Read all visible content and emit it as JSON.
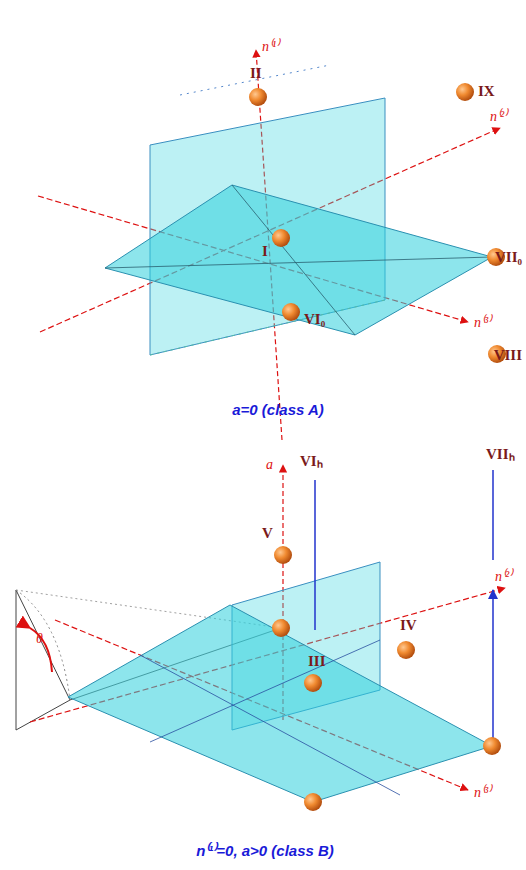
{
  "diagram": {
    "labels": [
      "n⁽¹⁾",
      "II",
      "IX",
      "n⁽²⁾",
      "I",
      "VII₀",
      "n⁽³⁾",
      "VI₀",
      "VIII",
      "a=0 (class A)",
      "a",
      "VIₕ",
      "VIIₕ",
      "V",
      "IV",
      "n⁽²⁾",
      "III",
      "θ",
      "n⁽³⁾",
      "n⁽¹⁾=0, a>0 (class B)"
    ]
  }
}
